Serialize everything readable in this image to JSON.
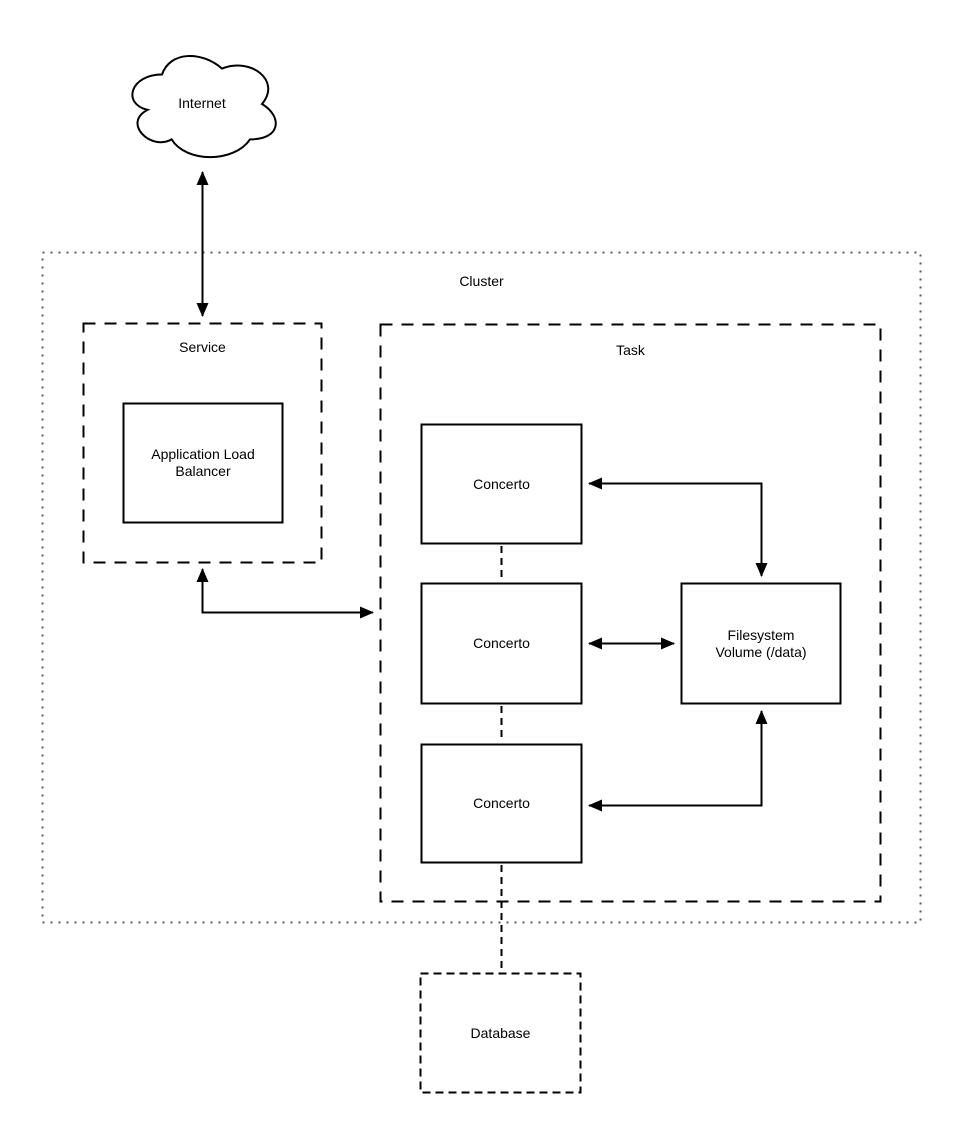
{
  "diagram": {
    "title": "Cluster architecture diagram",
    "nodes": {
      "internet": "Internet",
      "cluster": "Cluster",
      "service": "Service",
      "alb": "Application Load Balancer",
      "task": "Task",
      "concerto1": "Concerto",
      "concerto2": "Concerto",
      "concerto3": "Concerto",
      "filesystem": "Filesystem Volume (/data)",
      "database": "Database"
    },
    "edges": [
      {
        "from": "internet",
        "to": "service",
        "style": "solid",
        "arrows": "both"
      },
      {
        "from": "service",
        "to": "task",
        "style": "solid",
        "arrows": "both"
      },
      {
        "from": "concerto1",
        "to": "filesystem",
        "style": "solid",
        "arrows": "both"
      },
      {
        "from": "concerto2",
        "to": "filesystem",
        "style": "solid",
        "arrows": "both"
      },
      {
        "from": "concerto3",
        "to": "filesystem",
        "style": "solid",
        "arrows": "both"
      },
      {
        "from": "concerto1",
        "to": "concerto2",
        "style": "dashed",
        "arrows": "none"
      },
      {
        "from": "concerto2",
        "to": "concerto3",
        "style": "dashed",
        "arrows": "none"
      },
      {
        "from": "concerto3",
        "to": "database",
        "style": "dashed",
        "arrows": "none"
      }
    ],
    "colors": {
      "stroke": "#000000",
      "background": "#ffffff",
      "cluster_border": "#595959"
    }
  }
}
